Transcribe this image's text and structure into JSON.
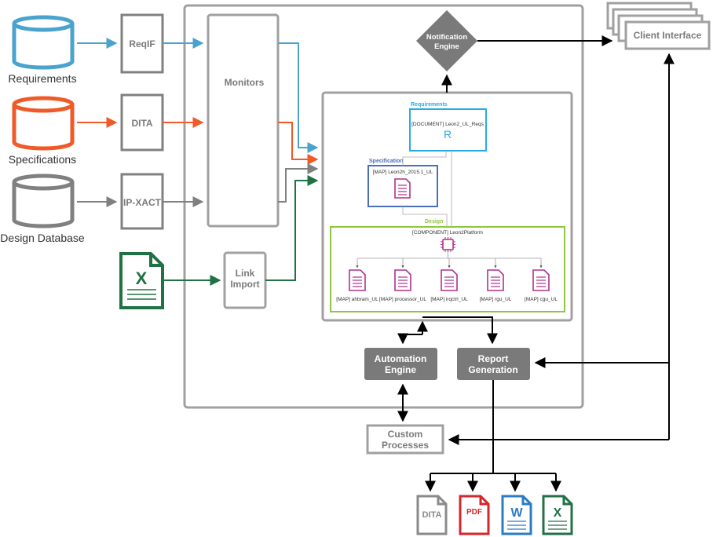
{
  "colors": {
    "requirements": "#4aa3cf",
    "specifications": "#f05a28",
    "design_db": "#808080",
    "excel": "#207245",
    "box_gray": "#808080",
    "dark_box": "#7a7a7a",
    "req_panel": "#29abe2",
    "spec_panel": "#4a6fb5",
    "design_panel": "#8dc63f",
    "doc_icon": "#b0318a",
    "pdf": "#d7262b",
    "word": "#2b7cc2"
  },
  "sources": {
    "requirements": "Requirements",
    "specifications": "Specifications",
    "design_db": "Design Database"
  },
  "converters": {
    "reqif": "ReqIF",
    "dita": "DITA",
    "ipxact": "IP-XACT",
    "link_import_line1": "Link",
    "link_import_line2": "Import"
  },
  "monitors": "Monitors",
  "notification_engine": {
    "line1": "Notification",
    "line2": "Engine"
  },
  "client_interface": "Client Interface",
  "model": {
    "requirements_title": "Requirements",
    "requirements_doc": "[DOCUMENT] Leon2_UL_Reqs",
    "requirements_glyph": "R",
    "specification_title": "Specification",
    "specification_doc": "[MAP] Leon2h_2015.1_UL",
    "design_title": "Design",
    "design_component": "[COMPONENT] Leon2Platform",
    "maps": [
      "[MAP] ahbram_UL",
      "[MAP] processor_UL",
      "[MAP] irqctrl_UL",
      "[MAP] rgu_UL",
      "[MAP] cgu_UL"
    ]
  },
  "automation_engine": {
    "line1": "Automation",
    "line2": "Engine"
  },
  "report_generation": {
    "line1": "Report",
    "line2": "Generation"
  },
  "custom_processes": {
    "line1": "Custom",
    "line2": "Processes"
  },
  "outputs": {
    "dita": "DITA",
    "pdf": "PDF",
    "word": "W",
    "excel": "X"
  },
  "excel_glyph": "X"
}
